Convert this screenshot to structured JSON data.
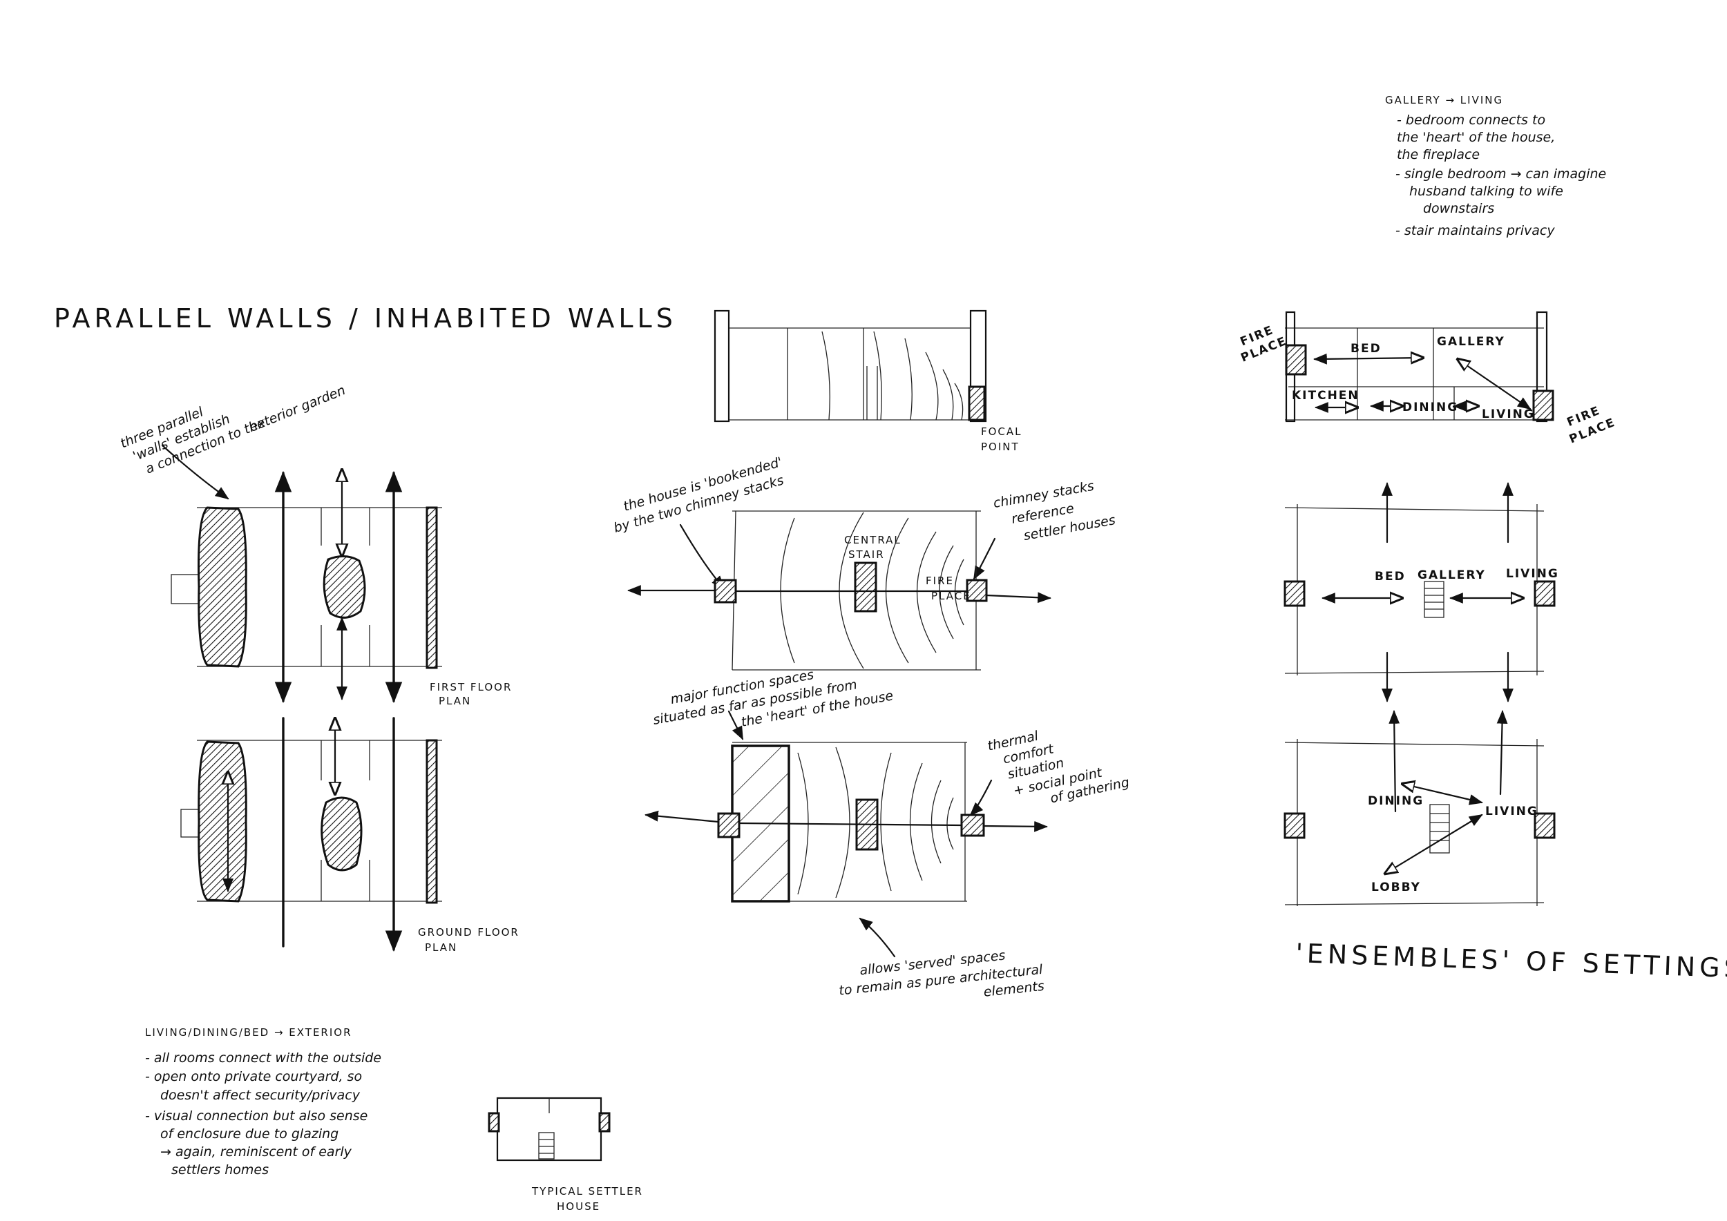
{
  "titles": {
    "parallel": "PARALLEL WALLS / INHABITED WALLS",
    "ensembles": "'ENSEMBLES' OF SETTINGS"
  },
  "notes": {
    "three_walls": [
      "three parallel",
      "'walls' establish",
      "a connection to the",
      "exterior garden"
    ],
    "first_floor": [
      "FIRST FLOOR",
      "PLAN"
    ],
    "ground_floor": [
      "GROUND FLOOR",
      "PLAN"
    ],
    "living_exterior": {
      "heading": "LIVING/DINING/BED → EXTERIOR",
      "lines": [
        "- all rooms connect with the outside",
        "- open onto private courtyard, so",
        "  doesn't affect security/privacy",
        "- visual connection but also sense",
        "  of enclosure due to glazing",
        "  → again, reminiscent of early",
        "  settlers homes"
      ]
    },
    "typical_house": [
      "TYPICAL  SETTLER",
      "HOUSE"
    ],
    "bookended": [
      "the house is 'bookended'",
      "by the two chimney stacks"
    ],
    "chimney_ref": [
      "chimney stacks",
      "reference",
      "settler houses"
    ],
    "focal_point": [
      "FOCAL",
      "POINT"
    ],
    "central_stair": [
      "CENTRAL",
      "STAIR"
    ],
    "fire_place_small": [
      "FIRE",
      "PLACE"
    ],
    "major_function": [
      "major function spaces",
      "situated as far as possible from",
      "the 'heart' of the house"
    ],
    "thermal": [
      "thermal",
      "comfort",
      "situation",
      "+ social point",
      "of gathering"
    ],
    "served": [
      "allows 'served' spaces",
      "to remain as pure architectural",
      "elements"
    ],
    "gallery_living": {
      "heading": "GALLERY → LIVING",
      "lines": [
        "- bedroom connects to",
        "  the 'heart' of the house,",
        "  the fireplace",
        "- single bedroom → can imagine",
        "  husband talking to wife",
        "  downstairs",
        "- stair maintains privacy"
      ]
    }
  },
  "room_labels": {
    "fire_place": [
      "FIRE",
      "PLACE"
    ],
    "bed": "BED",
    "gallery": "GALLERY",
    "kitchen": "KITCHEN",
    "dining": "DINING",
    "living": "LIVING",
    "lobby": "LOBBY"
  }
}
